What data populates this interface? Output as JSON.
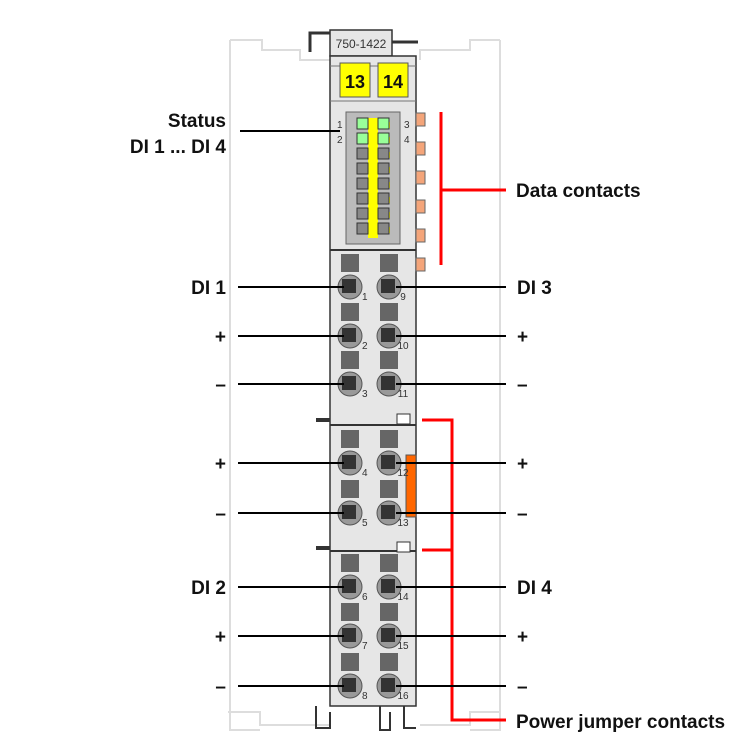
{
  "module": {
    "part_number": "750-1422",
    "slot_left": "13",
    "slot_right": "14"
  },
  "led_labels": {
    "left": [
      "1",
      "2"
    ],
    "right": [
      "3",
      "4"
    ]
  },
  "labels": {
    "status_line1": "Status",
    "status_line2": "DI 1 ... DI 4",
    "data_contacts": "Data contacts",
    "power_jumper_contacts": "Power jumper contacts"
  },
  "left_labels": [
    "DI 1",
    "+",
    "–",
    "+",
    "–",
    "DI 2",
    "+",
    "–"
  ],
  "right_labels": [
    "DI 3",
    "+",
    "–",
    "+",
    "–",
    "DI 4",
    "+",
    "–"
  ],
  "left_pins": [
    "1",
    "2",
    "3",
    "4",
    "5",
    "6",
    "7",
    "8"
  ],
  "right_pins": [
    "9",
    "10",
    "11",
    "12",
    "13",
    "14",
    "15",
    "16"
  ],
  "colors": {
    "red": "#ff0000",
    "yellow": "#ffff00",
    "led_green": "#99ff99",
    "orange": "#ff6600",
    "contact": "#f4a57a"
  }
}
